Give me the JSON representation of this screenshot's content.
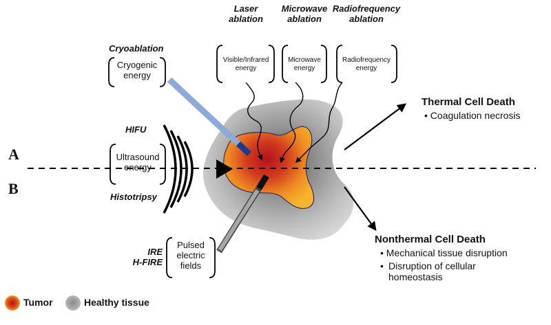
{
  "labels": {
    "laser": "Laser\nablation",
    "microwave": "Microwave\nablation",
    "radiofrequency": "Radiofrequency\nablation",
    "cryoablation": "Cryoablation",
    "hifu": "HIFU",
    "histotripsy": "Histotripsy",
    "ire": "IRE\nH-FIRE",
    "a": "A",
    "b": "B"
  },
  "boxes": {
    "cryogenic": "Cryogenic\nenergy",
    "laser": "Visible/Infrared\nenergy",
    "microwave": "Microwave\nenergy",
    "radiofrequency": "Radiofrequency\nenergy",
    "ultrasound": "Ultrasound\nenergy",
    "pulsed": "Pulsed\nelectric\nfields"
  },
  "thermal": {
    "title": "Thermal Cell Death",
    "items": [
      "Coagulation necrosis"
    ]
  },
  "nonthermal": {
    "title": "Nonthermal Cell Death",
    "items": [
      "Mechanical tissue disruption",
      "Disruption of cellular\nhomeostasis"
    ]
  },
  "legend": {
    "tumor": "Tumor",
    "healthy": "Healthy tissue"
  },
  "colors": {
    "tumor_core": "#c1121a",
    "tumor_edge": "#f5a623",
    "healthy_tissue": "#9a9a9a",
    "cryo_probe": "#8fa9d9",
    "ire_probe": "#a6a6a6"
  }
}
